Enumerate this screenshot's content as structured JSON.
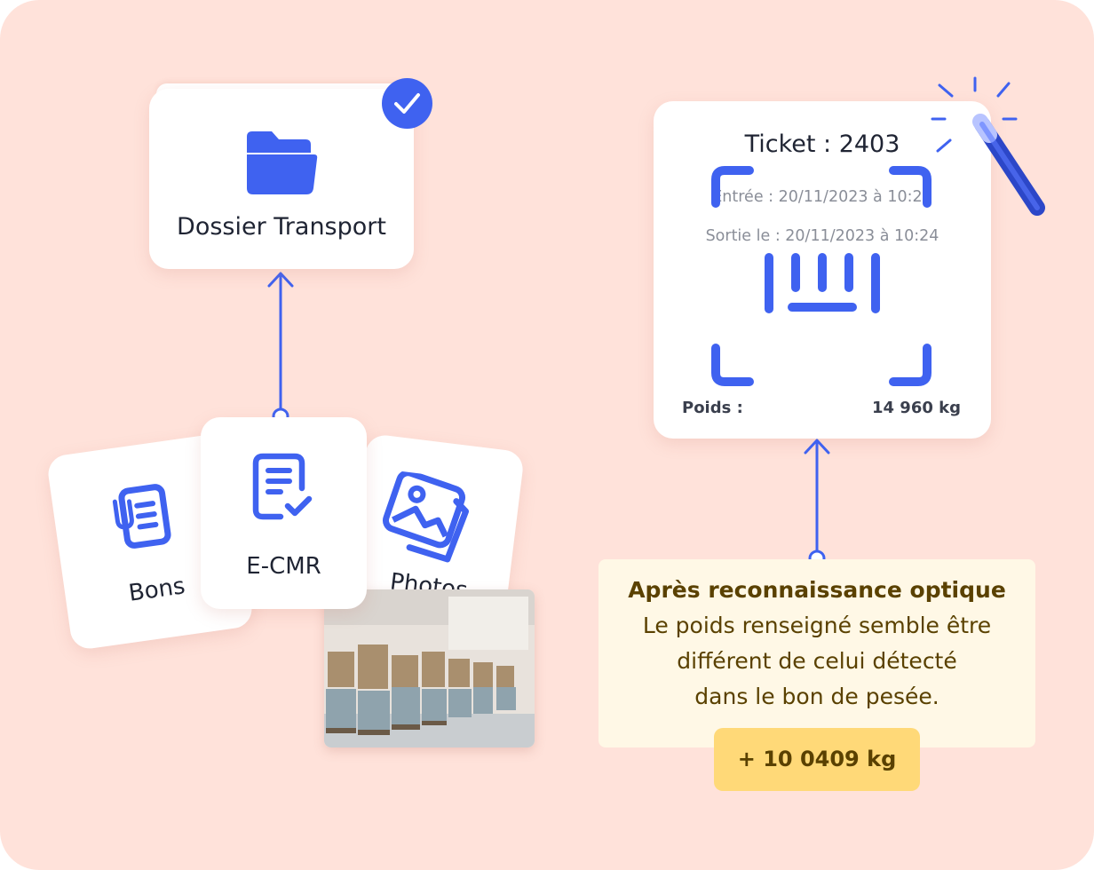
{
  "dossier": {
    "label": "Dossier Transport",
    "icons": [
      "folder-icon",
      "check-icon"
    ]
  },
  "documents": [
    {
      "label": "Bons",
      "icon": "clipped-document-icon"
    },
    {
      "label": "E-CMR",
      "icon": "checked-document-icon"
    },
    {
      "label": "Photos",
      "icon": "images-icon"
    }
  ],
  "ticket": {
    "title": "Ticket : 2403",
    "entree": "Entrée : 20/11/2023 à 10:24",
    "sortie": "Sortie le : 20/11/2023 à 10:24",
    "poids_label": "Poids :",
    "poids_value": "14 960 kg",
    "icons": [
      "barcode-scan-icon",
      "magic-wand-icon"
    ]
  },
  "notice": {
    "title": "Après reconnaissance optique",
    "lines": [
      "Le poids renseigné semble être",
      "différent de celui détecté",
      "dans le bon de pesée."
    ],
    "badge": "+ 10 0409 kg"
  },
  "colors": {
    "background": "#ffe2da",
    "accent": "#3f62f0",
    "notice_bg": "#fff8e6",
    "badge_bg": "#ffd978",
    "notice_text": "#5a4100"
  }
}
